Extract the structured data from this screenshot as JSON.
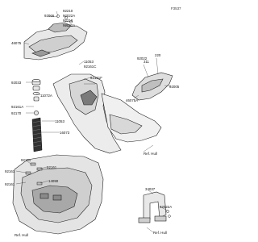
{
  "diagram": {
    "code": "F3537",
    "labels": {
      "p92210": "92210",
      "p92066": "92066",
      "p92022a": "92022A",
      "p92210b": "92210",
      "p92022a_b": "92022A",
      "p46075": "46075",
      "p11053_top": "11053",
      "p92161c": "92161C",
      "p92033": "92033",
      "p11072a": "11072A",
      "p92161_mid": "92161A",
      "p92170": "92170",
      "p11053_mid": "11053",
      "p16073": "16073",
      "p92161f": "92161F",
      "p92161_a": "92161",
      "p92161_b": "92161",
      "p92161_c": "92161",
      "p92161_d": "92161",
      "p92022_r": "92022",
      "p311": "311",
      "p220": "220",
      "p92005": "92005",
      "p46075a": "46075A",
      "ref_hull_1": "Ref. Hull",
      "ref_hull_2": "Ref. Hull",
      "ref_hull_3": "Ref. Hull",
      "p34037": "34037",
      "p92022a_r": "92022A",
      "p14090": "14090"
    }
  }
}
